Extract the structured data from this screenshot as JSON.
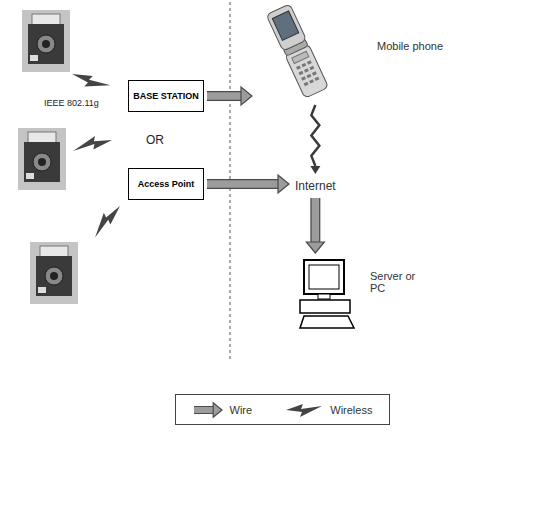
{
  "diagram": {
    "nodes": [
      {
        "text": [
          "BASE STATION"
        ]
      },
      {
        "text": [
          "Access Point"
        ]
      },
      {
        "text": [
          "Mobile phone"
        ]
      },
      {
        "text": [
          "Internet"
        ]
      },
      {
        "text": [
          "Server or PC"
        ]
      }
    ],
    "edges": [
      {
        "from": 0,
        "to": 2,
        "arrow": "to"
      },
      {
        "from": 1,
        "to": 3,
        "arrow": "to"
      },
      {
        "from": 2,
        "to": 3,
        "arrow": "to"
      },
      {
        "from": 3,
        "to": 4,
        "arrow": "to"
      }
    ],
    "labels": [
      "IEEE 802.11g",
      "OR"
    ],
    "legend": [
      {
        "text": "Wire"
      },
      {
        "text": "Wireless"
      }
    ]
  }
}
